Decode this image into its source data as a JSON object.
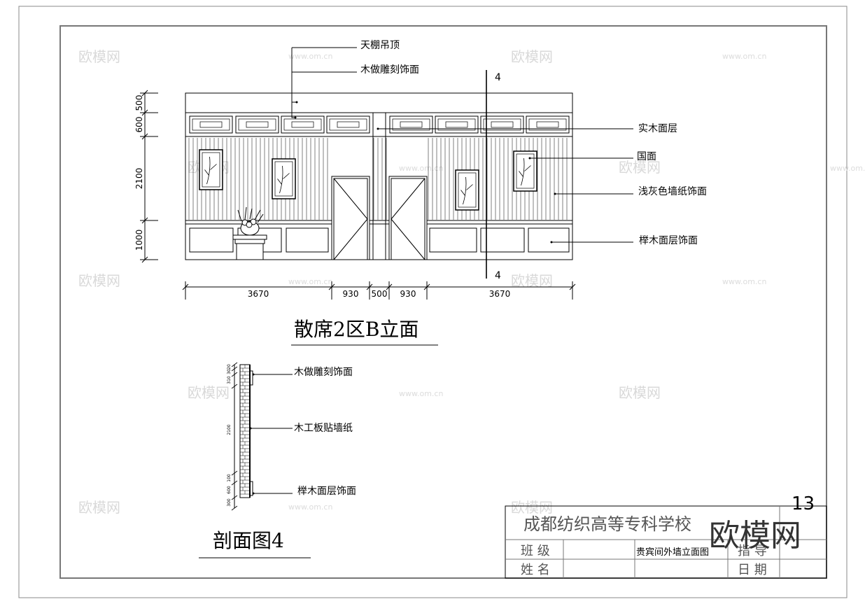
{
  "elevation": {
    "title": "散席2区B立面",
    "callouts": [
      "天棚吊顶",
      "木做雕刻饰面",
      "实木面层",
      "国面",
      "浅灰色墙纸饰面",
      "榉木面层饰面"
    ],
    "section_mark": "4",
    "dims_horizontal": [
      "3670",
      "930",
      "500",
      "930",
      "3670"
    ],
    "dims_vertical": [
      "500",
      "600",
      "2100",
      "1000"
    ]
  },
  "section": {
    "title": "剖面图4",
    "callouts": [
      "木做雕刻饰面",
      "木工板贴墙纸",
      "榉木面层饰面"
    ],
    "small_dims": [
      "20",
      "30",
      "310",
      "2100",
      "100",
      "600",
      "300"
    ]
  },
  "title_block": {
    "sheet_number": "13",
    "school": "成都纺织高等专科学校",
    "class_label": "班 级",
    "name_label": "姓 名",
    "drawing_name": "贵宾间外墙立面图",
    "guide_label": "指 导",
    "date_label": "日 期"
  },
  "watermark": {
    "brand": "欧模网",
    "url": "www.om.cn"
  }
}
